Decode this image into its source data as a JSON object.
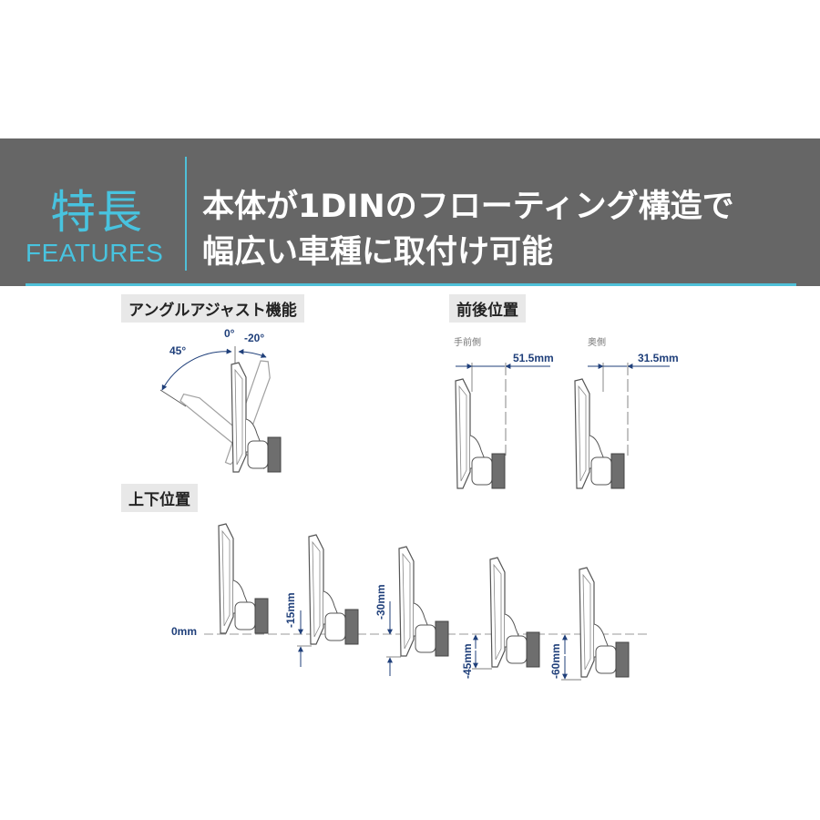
{
  "banner": {
    "label_jp": "特長",
    "label_en": "FEATURES",
    "headline_line1": "本体が1DINのフローティング構造で",
    "headline_line2": "幅広い車種に取付け可能",
    "accent_color": "#48c3df",
    "background_color": "#666666"
  },
  "angle_adjust": {
    "title": "アングルアジャスト機能",
    "labels": {
      "forward": "45°",
      "zero": "0°",
      "back": "-20°"
    }
  },
  "front_back": {
    "title": "前後位置",
    "front": {
      "label": "手前側",
      "distance": "51.5mm"
    },
    "back": {
      "label": "奥側",
      "distance": "31.5mm"
    }
  },
  "vertical": {
    "title": "上下位置",
    "positions": [
      "0mm",
      "-15mm",
      "-30mm",
      "-45mm",
      "-60mm"
    ]
  },
  "colors": {
    "dimension_blue": "#1f3f7a",
    "line_gray": "#555555",
    "bracket_gray": "#6e6e6e"
  }
}
